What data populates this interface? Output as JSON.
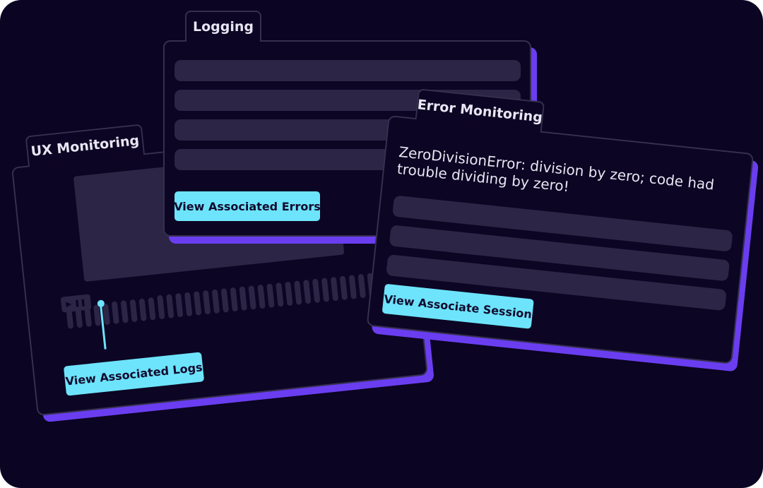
{
  "ux_card": {
    "tab_label": "UX Monitoring",
    "button_label": "View Associated Logs",
    "play_icon": "play-icon",
    "pause_icon": "pause-icon"
  },
  "logging_card": {
    "tab_label": "Logging",
    "button_label": "View Associated Errors"
  },
  "error_card": {
    "tab_label": "Error Monitoring",
    "message": "ZeroDivisionError: division by zero; code had trouble dividing by zero!",
    "button_label": "View Associate Session"
  },
  "colors": {
    "background": "#0b0422",
    "card": "#0c0523",
    "card_border": "#35304f",
    "placeholder": "#2c2545",
    "accent_shadow": "#6a3ef0",
    "button": "#6de4fb"
  }
}
